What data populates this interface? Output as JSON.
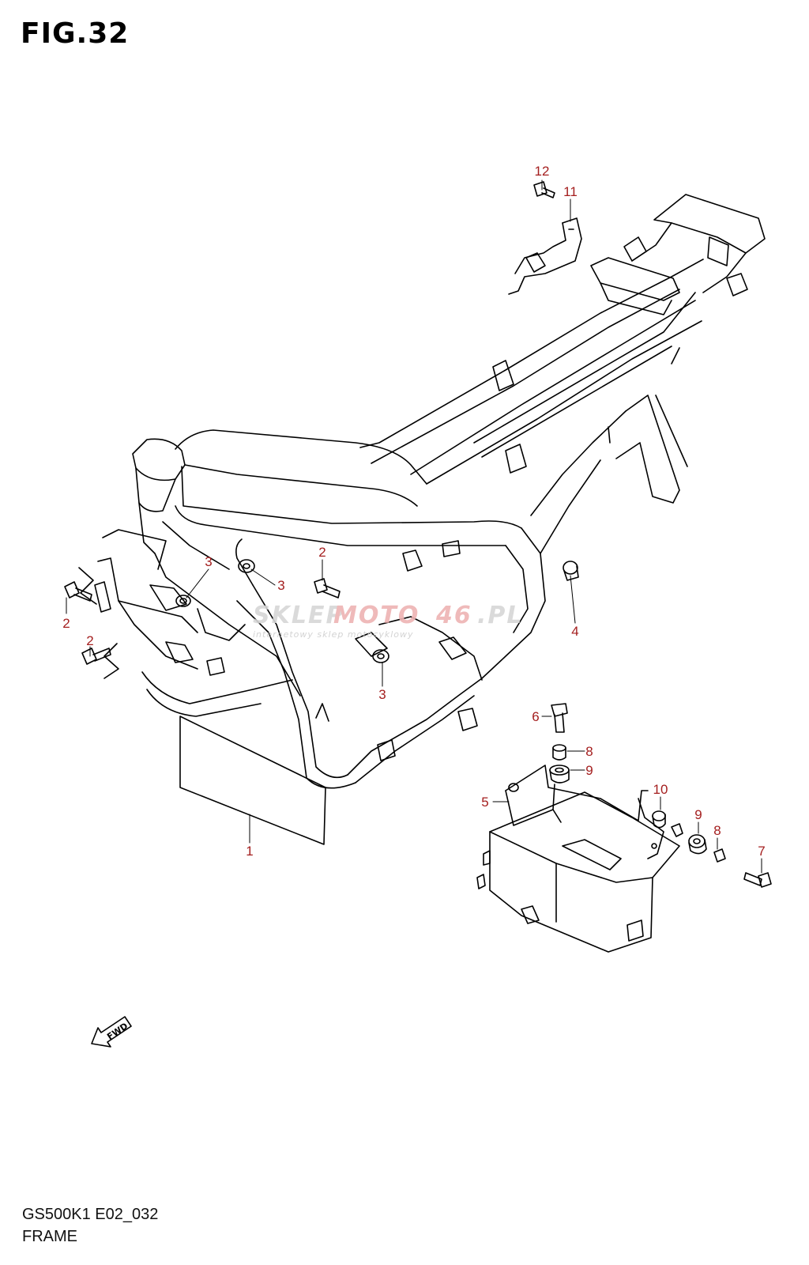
{
  "figure_title": "FIG.32",
  "model_code": "GS500K1 E02_032",
  "section_name": "FRAME",
  "watermark": {
    "brand_gray": "SKLEP",
    "brand_red": "MOTO",
    "brand_num": "46",
    "brand_tld": ".PL",
    "tagline": "internetowy sklep motocyklowy"
  },
  "fwd_label": "FWD",
  "callouts": [
    {
      "id": "c12",
      "label": "12"
    },
    {
      "id": "c11",
      "label": "11"
    },
    {
      "id": "c3a",
      "label": "3"
    },
    {
      "id": "c2a",
      "label": "2"
    },
    {
      "id": "c3b",
      "label": "3"
    },
    {
      "id": "c2b",
      "label": "2"
    },
    {
      "id": "c2c",
      "label": "2"
    },
    {
      "id": "c3c",
      "label": "3"
    },
    {
      "id": "c4",
      "label": "4"
    },
    {
      "id": "c1",
      "label": "1"
    },
    {
      "id": "c6",
      "label": "6"
    },
    {
      "id": "c8a",
      "label": "8"
    },
    {
      "id": "c9a",
      "label": "9"
    },
    {
      "id": "c5",
      "label": "5"
    },
    {
      "id": "c10",
      "label": "10"
    },
    {
      "id": "c9b",
      "label": "9"
    },
    {
      "id": "c8b",
      "label": "8"
    },
    {
      "id": "c7",
      "label": "7"
    }
  ],
  "colors": {
    "callout": "#a41e1e",
    "line_art": "#000000",
    "watermark_red": "#e8a0a0"
  }
}
